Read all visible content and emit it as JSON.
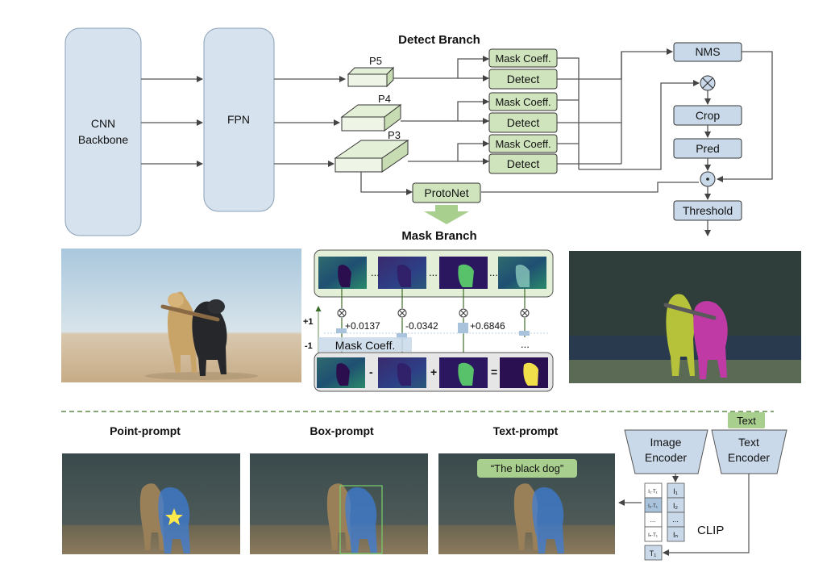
{
  "detect_branch": {
    "title": "Detect Branch",
    "backbone_line1": "CNN",
    "backbone_line2": "Backbone",
    "fpn": "FPN",
    "levels": [
      "P5",
      "P4",
      "P3"
    ],
    "mask_coeff": "Mask Coeff.",
    "detect": "Detect",
    "protonet": "ProtoNet",
    "nms": "NMS",
    "crop": "Crop",
    "pred": "Pred",
    "threshold": "Threshold"
  },
  "mask_branch": {
    "title": "Mask Branch",
    "coefficients": [
      "+0.0137",
      "-0.0342",
      "+0.6846"
    ],
    "ellipsis": "...",
    "axis_pos": "+1",
    "axis_neg": "-1",
    "coeff_label": "Mask Coeff.",
    "ops": [
      "-",
      "+",
      "="
    ]
  },
  "prompts": {
    "point": "Point-prompt",
    "box": "Box-prompt",
    "text": "Text-prompt",
    "text_query": "“The black dog”"
  },
  "clip": {
    "image_encoder_line1": "Image",
    "image_encoder_line2": "Encoder",
    "text_encoder_line1": "Text",
    "text_encoder_line2": "Encoder",
    "text_tag": "Text",
    "label": "CLIP",
    "sim_cells": [
      "I₁·T₁",
      "I₂·T₁",
      "...",
      "Iₙ·T₁"
    ],
    "img_cells": [
      "I₁",
      "I₂",
      "...",
      "Iₙ"
    ],
    "text_token": "T₁"
  },
  "colors": {
    "backbone": "#d6e2ee",
    "feature": "#e3efd6",
    "green_box": "#cfe3bd",
    "blue_box": "#c9d9ea",
    "dashed": "#5e8c48"
  }
}
